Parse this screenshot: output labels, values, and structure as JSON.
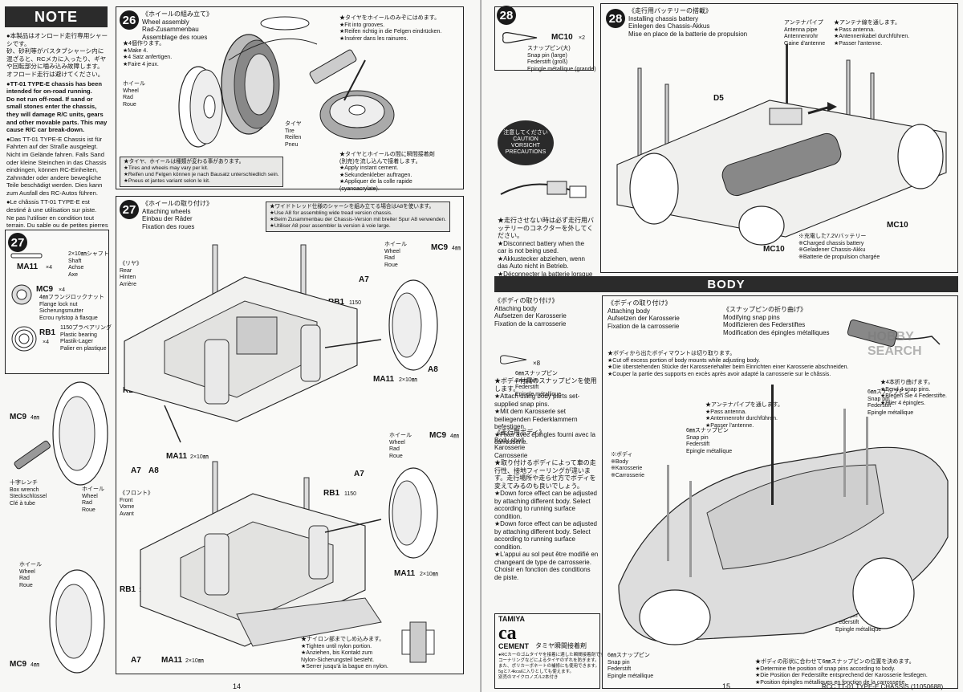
{
  "left": {
    "note": {
      "title": "NOTE",
      "jp": "●本製品はオンロード走行専用シャーシです。\n砂、砂利等がバスタブシャーシ内に混ざると、RCメカに入ったり、ギヤや回転部分に噛み込み故障します。オフロード走行は避けてください。",
      "en": "●TT-01 TYPE-E chassis has been intended for on-road running.\nDo not run off-road. If sand or small stones enter the chassis, they will damage R/C units, gears and other movable parts. This may cause R/C car break-down.",
      "de": "●Das TT-01 TYPE-E Chassis ist für Fahrten auf der Straße ausgelegt.\nNicht im Gelände fahren. Falls Sand oder kleine Steinchen in das Chassis eindringen, können RC-Einheiten, Zahnräder oder andere bewegliche Teile beschädigt werden. Dies kann zum Ausfall des RC-Autos führen.",
      "fr": "●Le châssis TT-01 TYPE-E est destiné à une utilisation sur piste.\nNe pas l'utiliser en condition tout terrain. Du sable ou de petites pierres peuvent entrer dans le châssis et endommager l'ensemble R/C, la pignonerie et d'autres pièces mobiles. Cela pourrait amener une panne de la voiture."
    },
    "step27_parts": {
      "num": "27",
      "items": [
        {
          "code": "MA11",
          "qty": "×4",
          "desc": "2×10㎜シャフト\nShaft\nAchse\nAxe"
        },
        {
          "code": "MC9",
          "qty": "×4",
          "desc": "4㎜フランジロックナット\nFlange lock nut\nSicherungsmutter\nEcrou nylstop à flasque"
        },
        {
          "code": "RB1",
          "qty": "×4",
          "desc": "1150プラベアリング\nPlastic bearing\nPlastik-Lager\nPalier en plastique"
        }
      ]
    },
    "step26": {
      "num": "26",
      "title": "《ホイールの組み立て》\nWheel assembly\nRad-Zusammenbau\nAssemblage des roues",
      "make": "★4個作ります。\n★Make 4.\n★4 Satz anfertigen.\n★Faire 4 jeux.",
      "fit": "★タイヤをホイールのみぞにはめます。\n★Fit into grooves.\n★Reifen richtig in die Felgen eindrücken.\n★Insérer dans les rainures.",
      "wheel": "ホイール\nWheel\nRad\nRoue",
      "tire": "タイヤ\nTire\nReifen\nPneu",
      "glue": "★タイヤとホイールの間に瞬間接着剤\n(別売)を流し込んで接着します。\n★Apply instant cement.\n★Sekundenkleber auftragen.\n★Appliquer de la colle rapide\n(cyanoacrylate).",
      "warn": "★タイヤ、ホイールは種類が変わる事があります。\n★Tires and wheels may vary per kit.\n★Reifen und Felgen können je nach Bausatz unterschiedlich sein.\n★Pneus et jantes variant selon le kit."
    },
    "step27": {
      "num": "27",
      "title": "《ホイールの取り付け》\nAttaching wheels\nEinbau der Räder\nFixation des roues",
      "wide": "★ワイドトレッド仕様のシャーシを組み立てる場合はA8を使います。\n★Use A8 for assembling wide tread version chassis.\n★Beim Zusammenbau der Chassis-Version mit breiter Spur A8 verwenden.\n★Utiliser A8 pour assembler la version à voie large.",
      "rear": "《リヤ》\nRear\nHinten\nArrière",
      "front": "《フロント》\nFront\nVorne\nAvant",
      "wheel": "ホイール\nWheel\nRad\nRoue",
      "wrench": "十字レンチ\nBox wrench\nSteckschlüssel\nClé à tube",
      "labels": {
        "mc9": "MC9",
        "mm4": "4㎜",
        "a7": "A7",
        "a8": "A8",
        "rb1": "RB1",
        "n1150": "1150",
        "ma11": "MA11",
        "mm210": "2×10㎜"
      },
      "nylon": "★ナイロン部までしめ込みます。\n★Tighten until nylon portion.\n★Anziehen, bis Kontakt zum\nNylon-Sicherungsteil besteht.\n★Serrer jusqu'à la bague en nylon."
    },
    "page_no": "14"
  },
  "right": {
    "step28_parts": {
      "num": "28",
      "code": "MC10",
      "qty": "×2",
      "desc": "スナップピン(大)\nSnap pin (large)\nFederstift (groß)\nEpingle métallique (grande)",
      "caution": "注意してください\nCAUTION\nVORSICHT\nPRECAUTIONS",
      "warn": "★走行させない時は必ず走行用バッテリーのコネクターを外してください。\n★Disconnect battery when the car is not being used.\n★Akkustecker abziehen, wenn das Auto nicht in Betrieb.\n★Déconnecter la batterie lorsque la voiture n'est pas utilisée."
    },
    "step28": {
      "num": "28",
      "title": "《走行用バッテリーの搭載》\nInstalling chassis battery\nEinlegen des Chassis-Akkus\nMise en place de la batterie de propulsion",
      "antenna": "アンテナパイプ\nAntenna pipe\nAntennenrohr\nGaine d'antenne",
      "pass": "★アンテナ線を通します。\n★Pass antenna.\n★Antennenkabel durchführen.\n★Passer l'antenne.",
      "d5": "D5",
      "mc10": "MC10",
      "battery": "※充電した7.2Vバッテリー\n※Charged chassis battery\n※Geladener Chassis-Akku\n※Batterie de propulsion chargée"
    },
    "body": {
      "header": "BODY",
      "attach": "《ボディの取り付け》\nAttaching body\nAufsetzen der Karosserie\nFixation de la carrosserie",
      "attach2": "《ボディの取り付け》\nAttaching body\nAufsetzen der Karosserie\nFixation de la carrosserie",
      "snap6": "6㎜スナップピン\nSnap pin\nFederstift\nEpingle métallique",
      "x8": "×8",
      "use": "★ボディ付属のスナップピンを使用します。\n★Attach using body parts set-supplied snap pins.\n★Mit dem Karosserie set beiliegenden Federklammern befestigen.\n★Fixer avec épingles fourni avec la carrosserie.",
      "shell": "《走行用ボディ》\nBody shell\nKarosserie\nCarrosserie",
      "downforce": "★取り付けるボディによって車の走行性、接地フィーリングが違います。走行場所や走らせ方でボディを変えてみるのも良いでしょう。\n★Down force effect can be adjusted by attaching different body. Select according to running surface condition.\n★Down force effect can be adjusted by attaching different body. Select according to running surface condition.\n★L'appui au sol peut être modifié en changeant de type de carrosserie. Choisir en fonction des conditions de piste.",
      "snapfold": "《スナップピンの折り曲げ》\nModifying snap pins\nModifizieren des Federstiftes\nModification des épingles métalliques",
      "bend": "★4本折り曲げます。\n★Bend 4 snap pins.\n★Biegen Sie 4 Federstifte.\n★Plier 4 épingles.",
      "cutoff": "★ボディから出たボディマウントは切り取ります。\n★Cut off excess portion of body mounts while adjusting body.\n★Die überstehenden Stücke der Karosseriehalter beim Einrichten einer Karosserie abschneiden.\n★Couper la partie des supports en excès après avoir adapté la carrosserie sur le châssis.",
      "antenna": "★アンテナパイプを通します。\n★Pass antenna.\n★Antennenrohr durchführen.\n★Passer l'antenne.",
      "bodylbl": "※ボディ\n※Body\n※Karosserie\n※Carrosserie",
      "pos": "★ボディの形状に合わせて6㎜スナップピンの位置を決めます。\n★Determine the position of snap pins according to body.\n★Die Position der Federstifte entsprechend der Karosserie festlegen.\n★Position épingles métalliques en fonction de la carrosserie.",
      "cement_brand": "TAMIYA",
      "cement_ca": "ca",
      "cement_word": "CEMENT",
      "cement_name": "タミヤ瞬間接着剤",
      "cement_note": "●RCカーのゴムタイヤを接着に適した瞬間接着剤です。\nコーナリングなどによるタイヤのずれを防ぎます。\nまた、ポリカーボネートの補修にも使用できます。\n5gと7.4kcalに入りとしても使えます。\n別売のマイクロノズル2本付き"
    },
    "page_no": "15",
    "footer": "RCC TT-01 TYPE-E CHASSIS (11050688)",
    "watermark": "HOBBY SEARCH"
  }
}
